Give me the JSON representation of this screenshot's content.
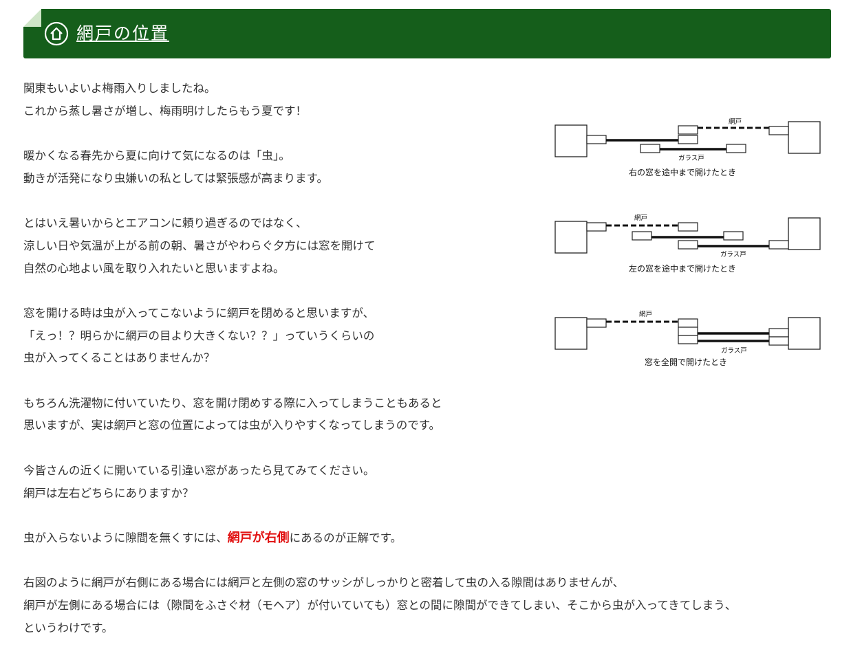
{
  "heading": {
    "title": "網戸の位置",
    "icon": "home-icon",
    "bg_color": "#155e1b"
  },
  "paragraphs": [
    [
      "関東もいよいよ梅雨入りしましたね。",
      "これから蒸し暑さが増し、梅雨明けしたらもう夏です！"
    ],
    [
      "暖かくなる春先から夏に向けて気になるのは「虫」。",
      "動きが活発になり虫嫌いの私としては緊張感が高まります。"
    ],
    [
      "とはいえ暑いからとエアコンに頼り過ぎるのではなく、",
      "涼しい日や気温が上がる前の朝、暑さがやわらぐ夕方には窓を開けて",
      "自然の心地よい風を取り入れたいと思いますよね。"
    ],
    [
      "窓を開ける時は虫が入ってこないように網戸を閉めると思いますが、",
      "「えっ！？明らかに網戸の目より大きくない？？」っていうくらいの",
      "虫が入ってくることはありませんか？"
    ],
    [
      "もちろん洗濯物に付いていたり、窓を開け閉めする際に入ってしまうこともあると",
      "思いますが、実は網戸と窓の位置によっては虫が入りやすくなってしまうのです。"
    ],
    [
      "今皆さんの近くに開いている引違い窓があったら見てみてください。",
      "網戸は左右どちらにありますか？"
    ]
  ],
  "answer": {
    "before": "虫が入らないように隙間を無くすには、",
    "highlight": "網戸が右側",
    "after": "にあるのが正解です。",
    "highlight_color": "#e11010"
  },
  "closing": [
    "右図のように網戸が右側にある場合には網戸と左側の窓のサッシがしっかりと密着して虫の入る隙間はありませんが、",
    "網戸が左側にある場合には（隙間をふさぐ材（モヘア）が付いていても）窓との間に隙間ができてしまい、そこから虫が入ってきてしまう、",
    "というわけです。"
  ],
  "diagrams": [
    {
      "screen_label": "網戸",
      "glass_label": "ガラス戸",
      "caption": "右の窓を途中まで開けたとき"
    },
    {
      "screen_label": "網戸",
      "glass_label": "ガラス戸",
      "caption": "左の窓を途中まで開けたとき"
    },
    {
      "screen_label": "網戸",
      "glass_label": "ガラス戸",
      "caption": "窓を全開で開けたとき"
    }
  ]
}
